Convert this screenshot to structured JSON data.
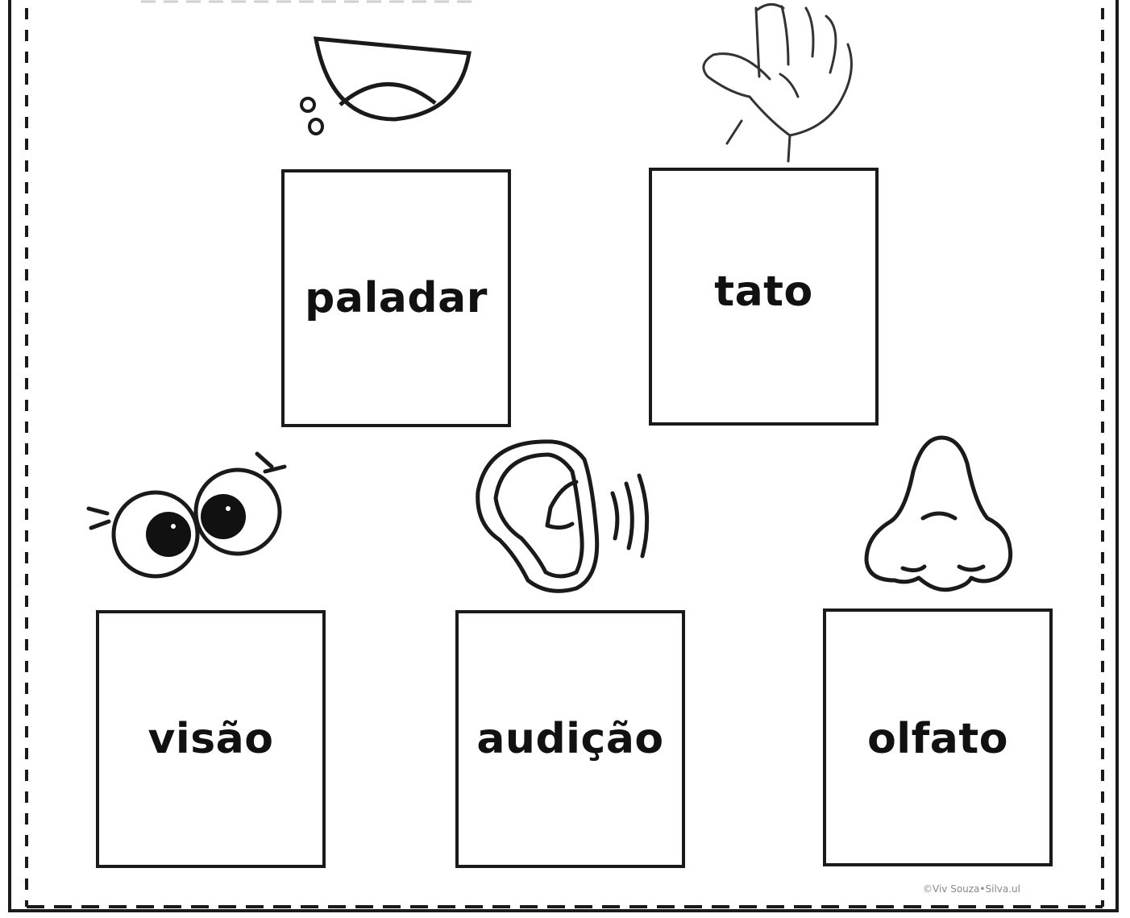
{
  "senses": [
    {
      "id": "paladar",
      "label": "paladar",
      "icon": "mouth-icon"
    },
    {
      "id": "tato",
      "label": "tato",
      "icon": "hand-icon"
    },
    {
      "id": "visao",
      "label": "visão",
      "icon": "eyes-icon"
    },
    {
      "id": "audicao",
      "label": "audição",
      "icon": "ear-icon"
    },
    {
      "id": "olfato",
      "label": "olfato",
      "icon": "nose-icon"
    }
  ],
  "credit": "©Viv Souza•Silva.ul",
  "colors": {
    "ink": "#1a1a1a",
    "paper": "#ffffff"
  }
}
